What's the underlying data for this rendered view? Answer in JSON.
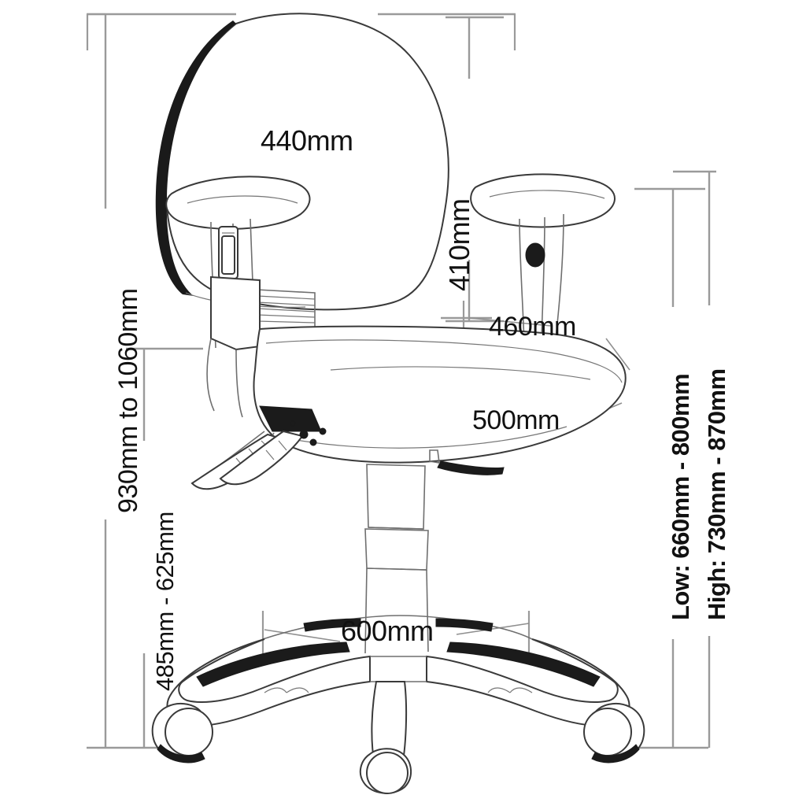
{
  "drawing": {
    "title": "Office Chair Dimension Diagram",
    "subject": "office-chair-side-view",
    "units": "mm",
    "line_color": "#8a8a8a",
    "outline_color": "#1a1a1a",
    "text_color": "#111111",
    "background_color": "#ffffff"
  },
  "dimensions": {
    "overall_height": {
      "label": "930mm to 1060mm",
      "orientation": "vertical",
      "side": "left",
      "measures": "overall-chair-height"
    },
    "seat_height": {
      "label": "485mm - 625mm",
      "orientation": "vertical",
      "side": "left",
      "measures": "seat-height-range"
    },
    "backrest_width": {
      "label": "440mm",
      "orientation": "horizontal",
      "side": "top",
      "measures": "backrest-width"
    },
    "backrest_height": {
      "label": "410mm",
      "orientation": "vertical",
      "side": "upper-right",
      "measures": "backrest-height"
    },
    "seat_depth": {
      "label": "460mm",
      "orientation": "horizontal",
      "side": "middle-right",
      "measures": "seat-depth"
    },
    "seat_width": {
      "label": "500mm",
      "orientation": "horizontal",
      "side": "middle-right",
      "measures": "seat-width"
    },
    "base_width": {
      "label": "600mm",
      "orientation": "horizontal",
      "side": "bottom",
      "measures": "base-diameter"
    },
    "armrest_low": {
      "label": "Low: 660mm - 800mm",
      "orientation": "vertical",
      "side": "right",
      "measures": "armrest-height-low-setting"
    },
    "armrest_high": {
      "label": "High: 730mm - 870mm",
      "orientation": "vertical",
      "side": "right",
      "measures": "armrest-height-high-setting"
    }
  }
}
